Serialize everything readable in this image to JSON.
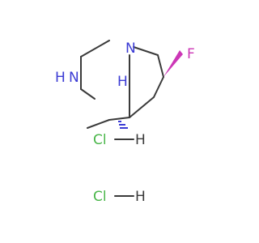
{
  "molecule": {
    "atoms": {
      "nitrogen_ring": "N",
      "amine_n": "N",
      "amine_h": "H",
      "fluorine": "F",
      "stereo_h": "H"
    },
    "salts": [
      {
        "cl": "Cl",
        "h": "H"
      },
      {
        "cl": "Cl",
        "h": "H"
      }
    ]
  },
  "colors": {
    "bond": "#3a3a3a",
    "nitrogen": "#3b3bd4",
    "fluorine": "#cc36b6",
    "chlorine": "#49b649",
    "hydrogen": "#3a3a3a",
    "stereo_h": "#3b3bd4"
  }
}
